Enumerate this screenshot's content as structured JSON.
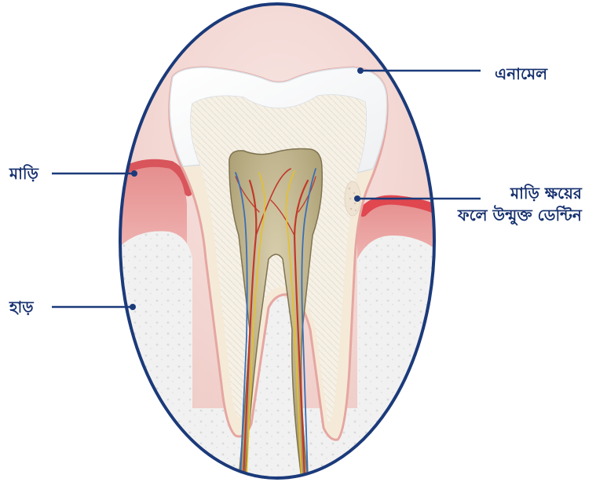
{
  "labels": {
    "enamel": "এনামেল",
    "gum": "মাড়ি",
    "bone": "হাড়",
    "exposed_dentin_line1": "মাড়ি ক্ষয়ের",
    "exposed_dentin_line2": "ফলে উন্মুক্ত ডেন্টিন"
  },
  "colors": {
    "label_text": "#16306e",
    "frame_stroke": "#1b3a7a",
    "gum": "#e9a3a3",
    "gum_recession": "#e0474f",
    "bone": "#f2f2f2",
    "enamel": "#ffffff",
    "dentin": "#f3ede2",
    "pulp": "#b7ab83",
    "artery": "#c0392b",
    "vein": "#3a6fb7",
    "nerve": "#e6c02a"
  }
}
